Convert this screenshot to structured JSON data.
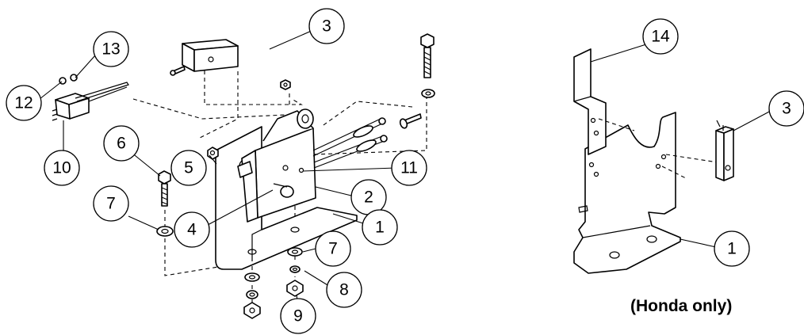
{
  "callouts": {
    "c1a": "1",
    "c2": "2",
    "c3a": "3",
    "c4": "4",
    "c5": "5",
    "c6": "6",
    "c7a": "7",
    "c7b": "7",
    "c8": "8",
    "c9": "9",
    "c10": "10",
    "c11": "11",
    "c12": "12",
    "c13": "13",
    "c14": "14",
    "c3b": "3",
    "c1b": "1"
  },
  "caption": "(Honda only)"
}
